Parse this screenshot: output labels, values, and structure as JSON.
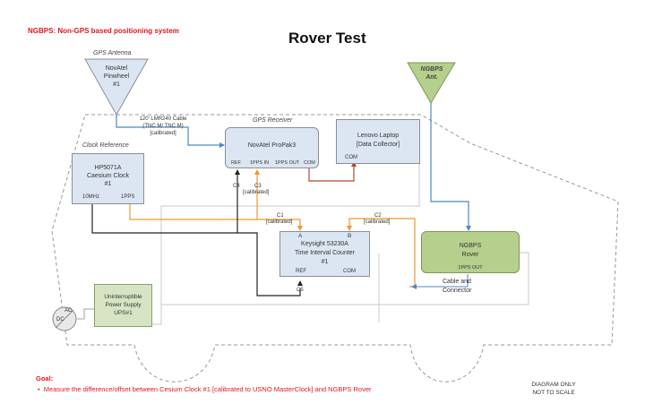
{
  "header": {
    "legend_note": "NGBPS: Non-GPS based positioning system",
    "title": "Rover Test"
  },
  "gps_antenna": {
    "caption": "GPS Antenna",
    "lines": [
      "NovAtel",
      "Pinwheel",
      "#1"
    ]
  },
  "ngbps_antenna": {
    "lines": [
      "NGBPS",
      "Ant."
    ]
  },
  "cable_note": {
    "lines": [
      "120' LMR240 Cable",
      "(TNC M/ TNC M)",
      "[calibrated]"
    ]
  },
  "gps_receiver": {
    "caption": "GPS Receiver",
    "name": "NovAtel ProPak3",
    "ports": [
      "REF",
      "1PPS IN",
      "1PPS OUT",
      "COM"
    ]
  },
  "laptop": {
    "lines": [
      "Lenovo Laptop",
      "[Data Collector]"
    ],
    "port": "COM"
  },
  "clock_reference": {
    "caption": "Clock Reference",
    "lines": [
      "HP5071A",
      "Caesium Clock",
      "#1"
    ],
    "ports": [
      "10MHz",
      "1PPS"
    ]
  },
  "counter": {
    "ports_top": [
      "A",
      "B"
    ],
    "lines": [
      "Keysight 53230A",
      "Time Interval Counter",
      "#1"
    ],
    "ports_bottom": [
      "REF",
      "COM"
    ]
  },
  "rover": {
    "lines": [
      "NGBPS",
      "Rover"
    ],
    "port": "1PPS OUT"
  },
  "ups": {
    "lines": [
      "Uninterruptible",
      "Power Supply",
      "UPS#1"
    ]
  },
  "acdc": {
    "ac": "AC",
    "dc": "DC"
  },
  "cables": {
    "c1": {
      "name": "C1",
      "note": "[calibrated]"
    },
    "c2": {
      "name": "C2",
      "note": "[calibrated]"
    },
    "c3": {
      "name": "C3",
      "note": "[calibrated]"
    },
    "c4": {
      "name": "C4"
    },
    "c5": {
      "name": "C5"
    },
    "cable_connector": [
      "Cable and",
      "Connector"
    ]
  },
  "goal": {
    "heading": "Goal:",
    "bullet": "Measure the difference/offset between Cesium Clock #1 [calibrated to USNO MasterClock] and NGBPS Rover"
  },
  "disclaimer": {
    "lines": [
      "DIAGRAM ONLY",
      "NOT TO SCALE"
    ]
  },
  "colors": {
    "pps_orange": "#f0962e",
    "ref_black": "#222222",
    "rf_blue": "#4f86c6",
    "com_red": "#b5472e",
    "power_gray": "#c8c8c8",
    "box_blue": "#dce6f2",
    "rover_green": "#b5cf8c",
    "goal_red": "#e8141c"
  }
}
